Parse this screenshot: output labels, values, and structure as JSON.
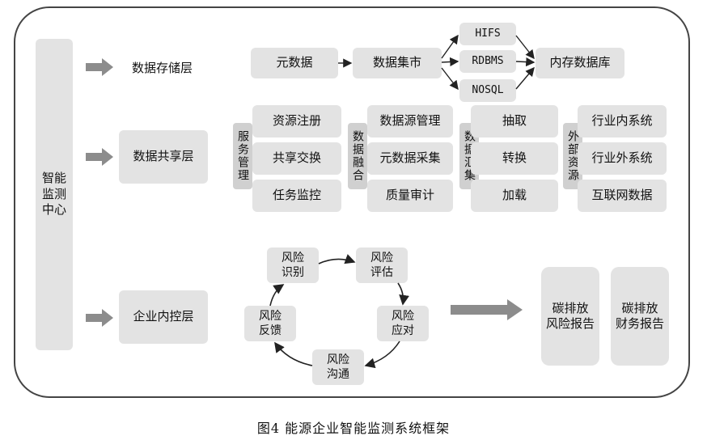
{
  "center": {
    "label": "智能\n监测\n中心"
  },
  "layers": {
    "storage": "数据存储层",
    "sharing": "数据共享层",
    "control": "企业内控层"
  },
  "storage": {
    "meta": "元数据",
    "mart": "数据集市",
    "hifs": "HIFS",
    "rdbms": "RDBMS",
    "nosql": "NOSQL",
    "memdb": "内存数据库"
  },
  "sharing": {
    "service": {
      "title": "服务管理",
      "items": [
        "资源注册",
        "共享交换",
        "任务监控"
      ]
    },
    "fusion": {
      "title": "数据融合",
      "items": [
        "数据源管理",
        "元数据采集",
        "质量审计"
      ]
    },
    "collect": {
      "title": "数据汇集",
      "items": [
        "抽取",
        "转换",
        "加载"
      ]
    },
    "external": {
      "title": "外部资源",
      "items": [
        "行业内系统",
        "行业外系统",
        "互联网数据"
      ]
    }
  },
  "risk": {
    "identify": "风险\n识别",
    "assess": "风险\n评估",
    "respond": "风险\n应对",
    "communicate": "风险\n沟通",
    "feedback": "风险\n反馈"
  },
  "reports": {
    "risk_report": "碳排放\n风险报告",
    "finance_report": "碳排放\n财务报告"
  },
  "caption": "图4  能源企业智能监测系统框架"
}
